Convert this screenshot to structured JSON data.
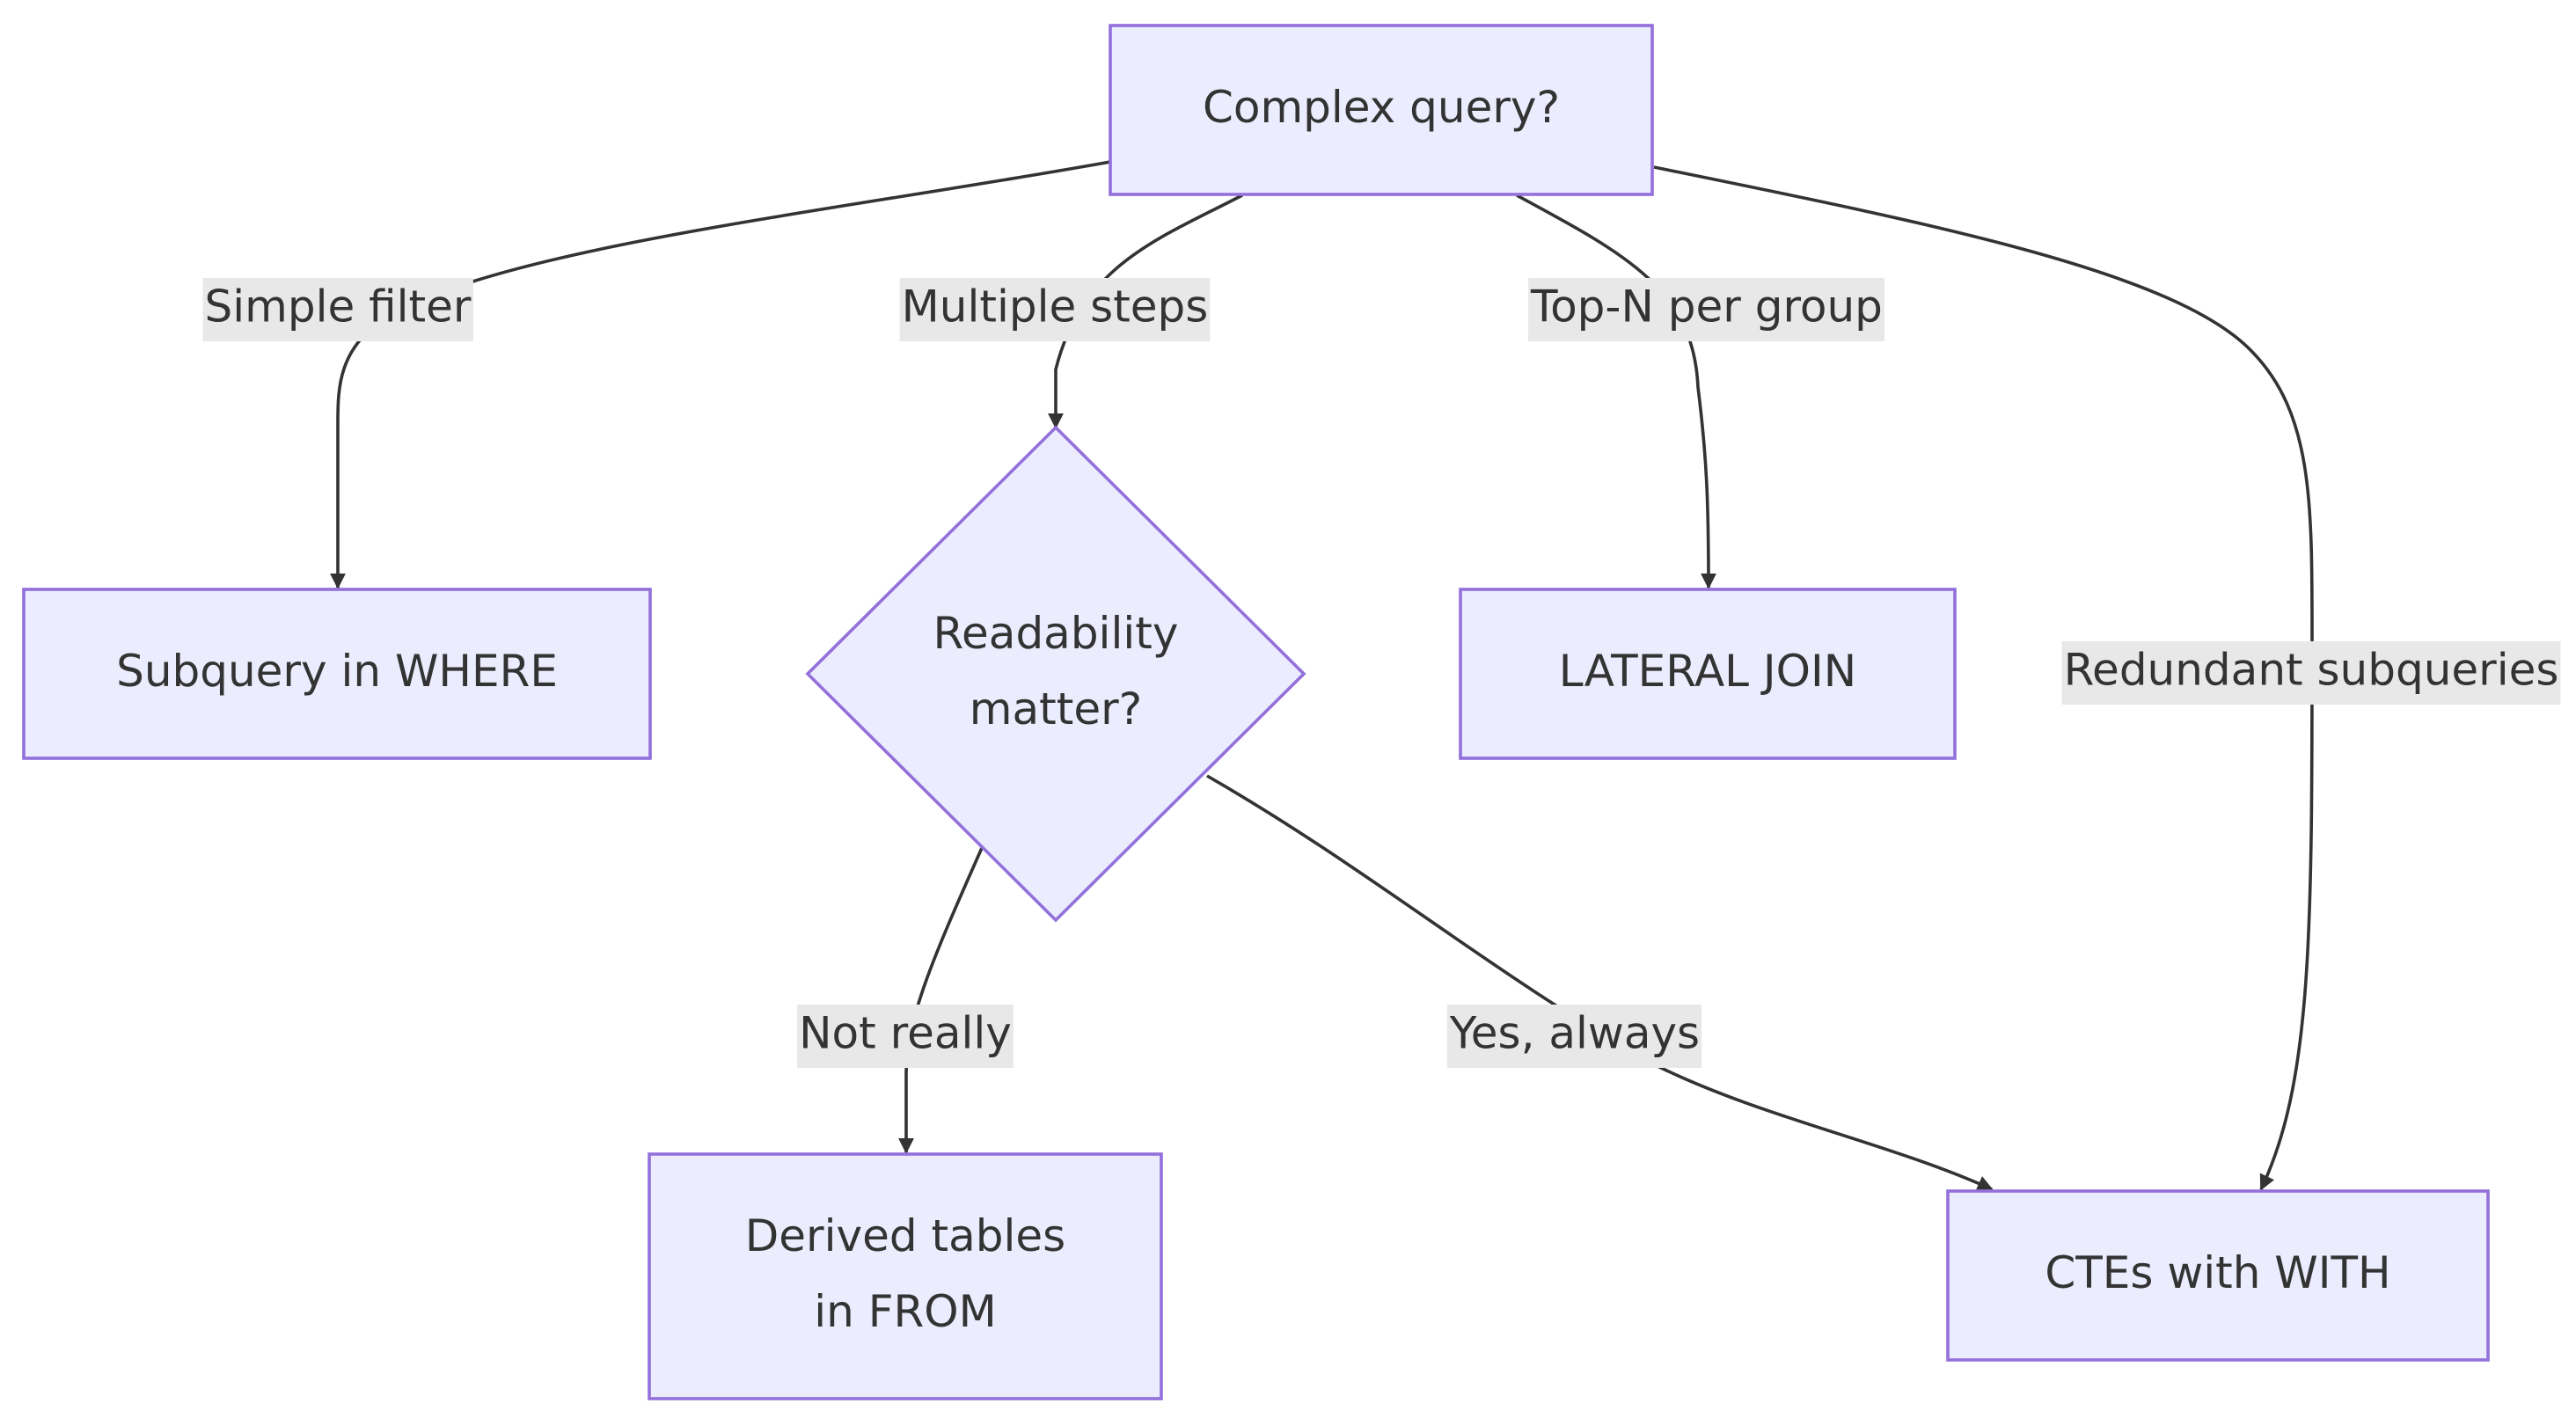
{
  "diagram": {
    "type": "flowchart",
    "nodes": {
      "start": {
        "lines": [
          "Complex query?"
        ],
        "shape": "rect"
      },
      "decision": {
        "lines": [
          "Readability",
          "matter?"
        ],
        "shape": "diamond"
      },
      "subquery": {
        "lines": [
          "Subquery in WHERE"
        ],
        "shape": "rect"
      },
      "lateral": {
        "lines": [
          "LATERAL JOIN"
        ],
        "shape": "rect"
      },
      "derived": {
        "lines": [
          "Derived tables",
          "in FROM"
        ],
        "shape": "rect"
      },
      "ctes": {
        "lines": [
          "CTEs with WITH"
        ],
        "shape": "rect"
      }
    },
    "edges": [
      {
        "from": "start",
        "to": "subquery",
        "label": "Simple filter"
      },
      {
        "from": "start",
        "to": "decision",
        "label": "Multiple steps"
      },
      {
        "from": "start",
        "to": "lateral",
        "label": "Top-N per group"
      },
      {
        "from": "start",
        "to": "ctes",
        "label": "Redundant subqueries"
      },
      {
        "from": "decision",
        "to": "derived",
        "label": "Not really"
      },
      {
        "from": "decision",
        "to": "ctes",
        "label": "Yes, always"
      }
    ],
    "colors": {
      "node_fill": "#ECECFF",
      "node_stroke": "#9370DB",
      "edge_stroke": "#333333",
      "label_background": "#e8e8e8",
      "text": "#333333"
    }
  }
}
